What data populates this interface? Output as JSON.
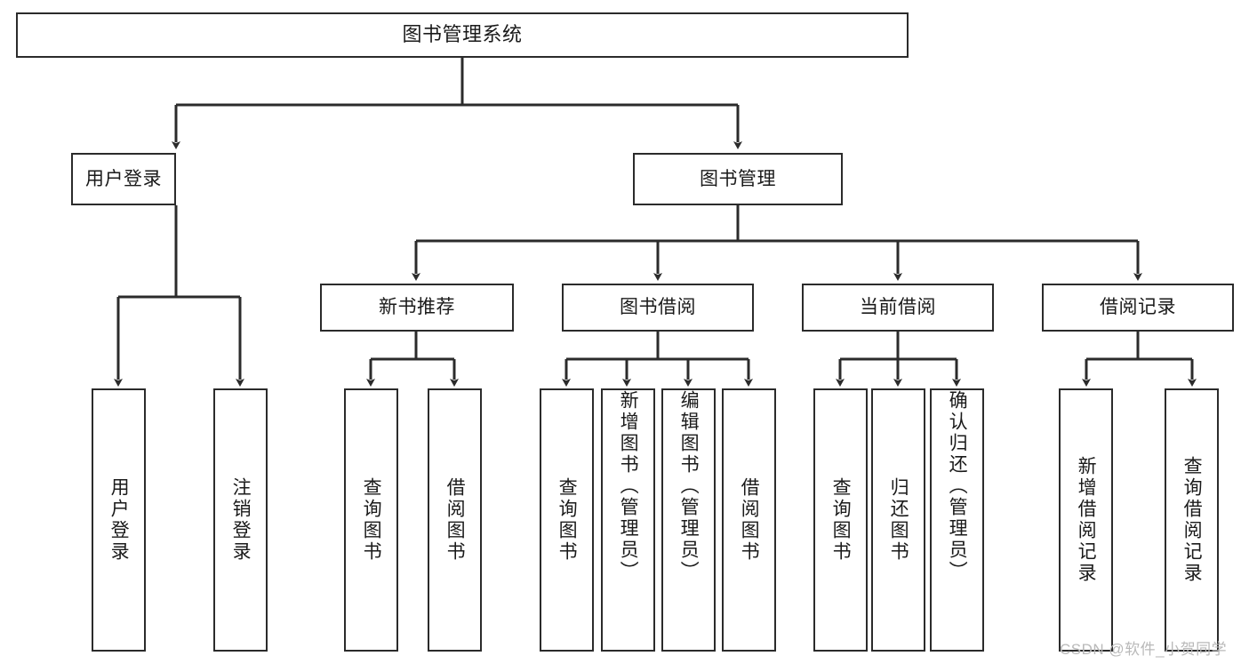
{
  "diagram": {
    "title": "图书管理系统",
    "type": "functional-structure-tree",
    "watermark": "CSDN @软件_小贺同学",
    "colors": {
      "box_border": "#2b2b2b",
      "box_fill": "#ffffff",
      "edge": "#2b2b2b",
      "text": "#1a1a1a",
      "watermark": "#b9b9b9",
      "background": "#ffffff"
    },
    "nodes": {
      "root": {
        "label": "图书管理系统"
      },
      "level2": [
        {
          "id": "user-login",
          "label": "用户登录"
        },
        {
          "id": "book-management",
          "label": "图书管理"
        }
      ],
      "level3": [
        {
          "id": "new-book-recommend",
          "label": "新书推荐"
        },
        {
          "id": "book-borrow",
          "label": "图书借阅"
        },
        {
          "id": "current-borrow",
          "label": "当前借阅"
        },
        {
          "id": "borrow-record",
          "label": "借阅记录"
        }
      ],
      "leaves": {
        "user-login": [
          {
            "id": "leaf-user-login",
            "label": "用户登录"
          },
          {
            "id": "leaf-logout-login",
            "label": "注销登录"
          }
        ],
        "new-book-recommend": [
          {
            "id": "leaf-query-book-1",
            "label": "查询图书"
          },
          {
            "id": "leaf-borrow-book-1",
            "label": "借阅图书"
          }
        ],
        "book-borrow": [
          {
            "id": "leaf-query-book-2",
            "label": "查询图书"
          },
          {
            "id": "leaf-add-book-admin",
            "label": "新增图书（管理员）"
          },
          {
            "id": "leaf-edit-book-admin",
            "label": "编辑图书（管理员）"
          },
          {
            "id": "leaf-borrow-book-2",
            "label": "借阅图书"
          }
        ],
        "current-borrow": [
          {
            "id": "leaf-query-book-3",
            "label": "查询图书"
          },
          {
            "id": "leaf-return-book",
            "label": "归还图书"
          },
          {
            "id": "leaf-confirm-return-admin",
            "label": "确认归还（管理员）"
          }
        ],
        "borrow-record": [
          {
            "id": "leaf-add-borrow-record",
            "label": "新增借阅记录"
          },
          {
            "id": "leaf-query-borrow-record",
            "label": "查询借阅记录"
          }
        ]
      }
    }
  }
}
